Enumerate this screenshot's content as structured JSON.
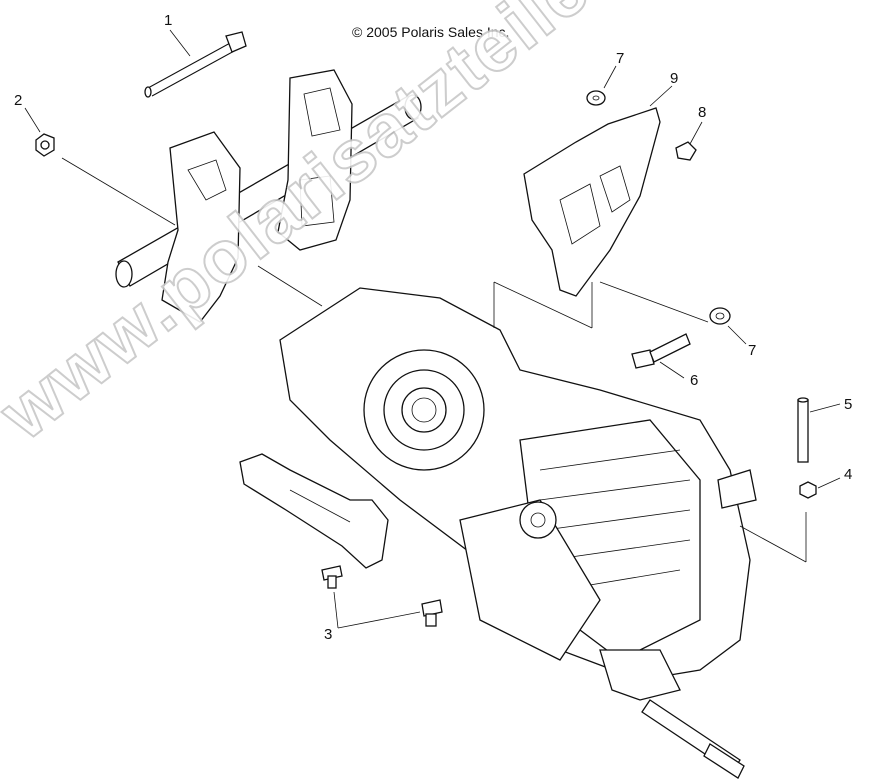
{
  "copyright": "© 2005 Polaris Sales Inc.",
  "watermark": "www.polarisatzteile.de",
  "callouts": [
    "1",
    "2",
    "3",
    "4",
    "5",
    "6",
    "7",
    "7",
    "8",
    "9"
  ],
  "parts": [
    {
      "id": "bolt-long-1",
      "label": "1"
    },
    {
      "id": "nut-2",
      "label": "2"
    },
    {
      "id": "bolts-3",
      "label": "3"
    },
    {
      "id": "nut-4",
      "label": "4"
    },
    {
      "id": "pin-5",
      "label": "5"
    },
    {
      "id": "bolt-6",
      "label": "6"
    },
    {
      "id": "washer-7",
      "label": "7"
    },
    {
      "id": "bolt-8",
      "label": "8"
    },
    {
      "id": "bracket-9",
      "label": "9"
    }
  ]
}
